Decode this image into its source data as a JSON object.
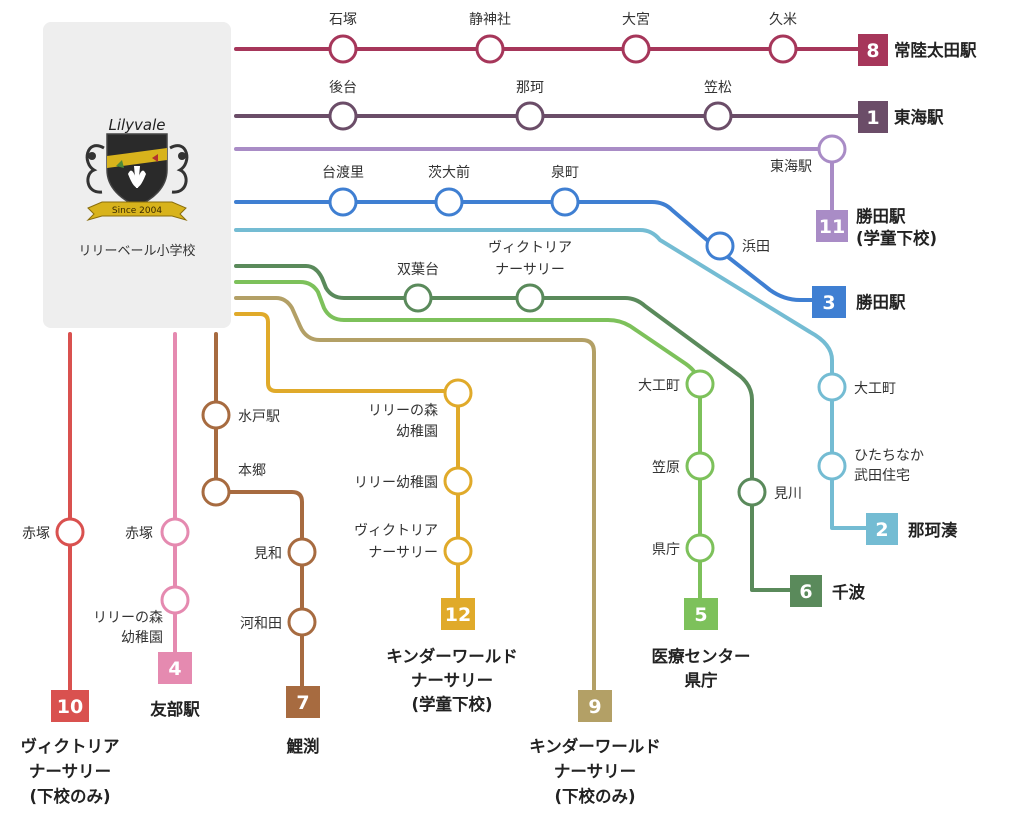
{
  "school": {
    "name": "リリーベール小学校",
    "logo_text": "Lilyvale",
    "logo_since": "Since 2004",
    "logo_icon": "school-crest-icon"
  },
  "routes": [
    {
      "number": "8",
      "color": "#a6365a",
      "destination": [
        "常陸太田駅"
      ],
      "stops": [
        "石塚",
        "静神社",
        "大宮",
        "久米"
      ]
    },
    {
      "number": "1",
      "color": "#6b4d68",
      "destination": [
        "東海駅"
      ],
      "stops": [
        "後台",
        "那珂",
        "笠松"
      ]
    },
    {
      "number": "11",
      "color": "#a98cc6",
      "destination": [
        "勝田駅",
        "(学童下校)"
      ],
      "stops": [
        "東海駅"
      ]
    },
    {
      "number": "3",
      "color": "#3f7fd2",
      "destination": [
        "勝田駅"
      ],
      "stops": [
        "台渡里",
        "茨大前",
        "泉町",
        "浜田"
      ]
    },
    {
      "number": "2",
      "color": "#74bcd3",
      "destination": [
        "那珂湊"
      ],
      "stops": [
        "大工町",
        "ひたちなか",
        "武田住宅"
      ]
    },
    {
      "number": "6",
      "color": "#5a8a5b",
      "destination": [
        "千波"
      ],
      "stops": [
        "双葉台",
        "ヴィクトリア",
        "ナーサリー",
        "見川"
      ]
    },
    {
      "number": "5",
      "color": "#7dc15b",
      "destination": [
        "医療センター",
        "県庁"
      ],
      "stops": [
        "大工町",
        "笠原",
        "県庁"
      ]
    },
    {
      "number": "9",
      "color": "#b3a066",
      "destination": [
        "キンダーワールド",
        "ナーサリー",
        "(下校のみ)"
      ],
      "stops": []
    },
    {
      "number": "12",
      "color": "#e0aa2a",
      "destination": [
        "キンダーワールド",
        "ナーサリー",
        "(学童下校)"
      ],
      "stops": [
        "リリーの森",
        "幼稚園",
        "リリー幼稚園",
        "ヴィクトリア",
        "ナーサリー"
      ]
    },
    {
      "number": "7",
      "color": "#a76b40",
      "destination": [
        "鯉渕"
      ],
      "stops": [
        "水戸駅",
        "本郷",
        "見和",
        "河和田"
      ]
    },
    {
      "number": "4",
      "color": "#e58ab0",
      "destination": [
        "友部駅"
      ],
      "stops": [
        "赤塚",
        "リリーの森",
        "幼稚園"
      ]
    },
    {
      "number": "10",
      "color": "#d9514f",
      "destination": [
        "ヴィクトリア",
        "ナーサリー",
        "(下校のみ)"
      ],
      "stops": [
        "赤塚"
      ]
    }
  ]
}
